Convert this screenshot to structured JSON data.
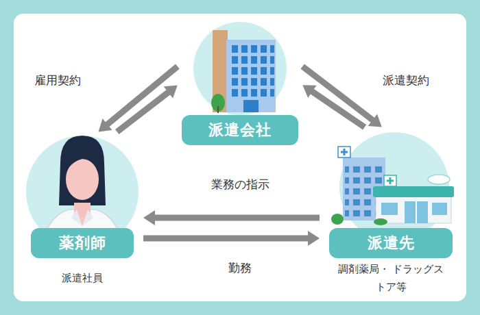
{
  "diagram": {
    "nodes": [
      {
        "text": [
          "派遣会社"
        ]
      },
      {
        "text": [
          "薬剤師",
          "派遣社員"
        ]
      },
      {
        "text": [
          "派遣先",
          "調剤薬局・ ドラッグストア等"
        ]
      }
    ],
    "edges": [
      {
        "from": 0,
        "to": 1,
        "arrow": "to",
        "label": "雇用契約"
      },
      {
        "from": 1,
        "to": 0,
        "arrow": "to"
      },
      {
        "from": 0,
        "to": 2,
        "arrow": "to",
        "label": "派遣契約"
      },
      {
        "from": 2,
        "to": 0,
        "arrow": "to"
      },
      {
        "from": 2,
        "to": 1,
        "arrow": "to",
        "label": "業務の指示"
      },
      {
        "from": 1,
        "to": 2,
        "arrow": "to",
        "label": "勤務"
      }
    ]
  }
}
